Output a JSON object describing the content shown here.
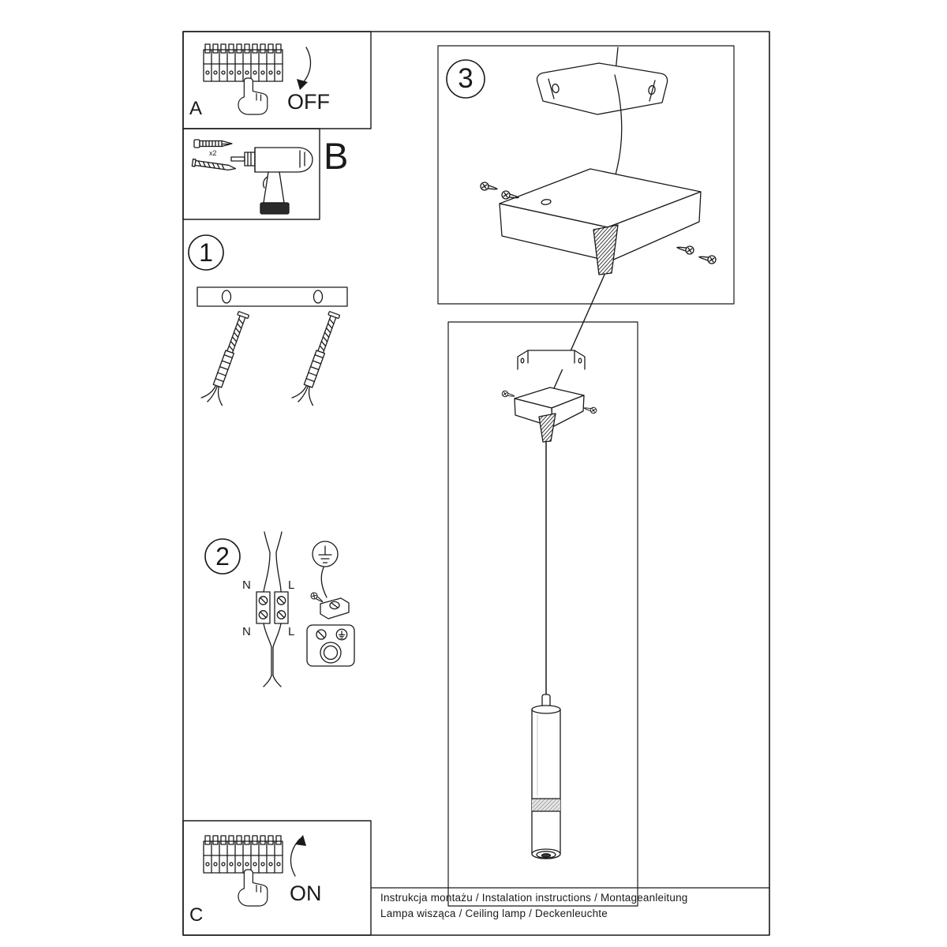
{
  "colors": {
    "ink": "#1a1a1a",
    "paper": "#ffffff"
  },
  "panels": {
    "a": {
      "label": "A",
      "state": "OFF"
    },
    "b": {
      "label": "B",
      "count": "x2"
    },
    "c": {
      "label": "C",
      "state": "ON"
    }
  },
  "steps": {
    "s1": "1",
    "s2": "2",
    "s3": "3"
  },
  "wiring": {
    "neutral": "N",
    "live": "L",
    "neutral2": "N",
    "live2": "L"
  },
  "footer": {
    "line1": "Instrukcja montażu / Instalation instructions / Montageanleitung",
    "line2": "Lampa wisząca / Ceiling lamp / Deckenleuchte"
  }
}
